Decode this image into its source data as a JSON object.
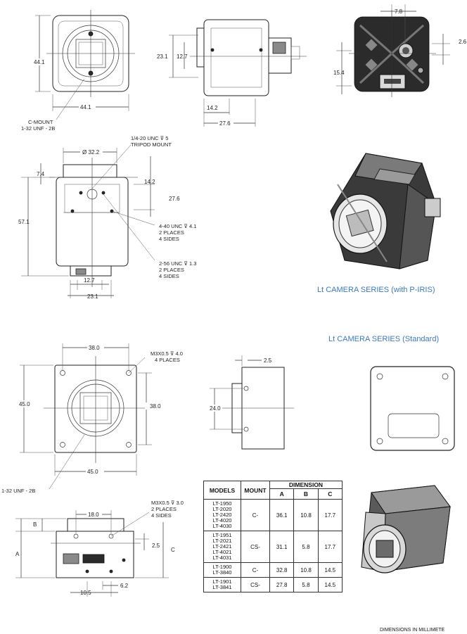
{
  "series": {
    "piris": "Lt CAMERA SERIES (with P-IRIS)",
    "standard": "Lt CAMERA SERIES (Standard)"
  },
  "piris_views": {
    "front_height": "44.1",
    "front_width": "44.1",
    "mount_line1": "C-MOUNT",
    "mount_line2": "1-32 UNF - 2B",
    "side_23_1": "23.1",
    "side_12_7": "12.7",
    "side_14_2": "14.2",
    "side_27_6": "27.6",
    "rear_7_8": "7.8",
    "rear_2_6": "2.6",
    "rear_15_4": "15.4",
    "tripod_line1": "1/4-20 UNC ⊽ 5",
    "tripod_line2": "TRIPOD MOUNT",
    "bottom_dia": "Ø 32.2",
    "bottom_7_4": "7.4",
    "bottom_57_1": "57.1",
    "bottom_14_2": "14.2",
    "bottom_27_6": "27.6",
    "note1": [
      "4-40 UNC ⊽ 4.1",
      "2 PLACES",
      "4 SIDES"
    ],
    "note2": [
      "2-56 UNC ⊽ 1.3",
      "2 PLACES",
      "4 SIDES"
    ],
    "bottom_12_7": "12.7",
    "bottom_23_1": "23.1"
  },
  "standard_views": {
    "front_38_top": "38.0",
    "screw_line1": "M3X0.5 ⊽ 4.0",
    "screw_line2": "4 PLACES",
    "front_45_left": "45.0",
    "front_38_right": "38.0",
    "front_45_bottom": "45.0",
    "mount_thread": "1-32 UNF - 2B",
    "side_2_5": "2.5",
    "side_24": "24.0",
    "rear_18": "18.0",
    "rear_screw": [
      "M3X0.5 ⊽ 3.0",
      "2 PLACES",
      "4 SIDES"
    ],
    "label_b": "B",
    "label_a": "A",
    "label_c": "C",
    "rear_2_5": "2.5",
    "rear_6_2": "6.2",
    "rear_10_5": "10.5"
  },
  "table": {
    "headers": {
      "models": "MODELS",
      "mount": "MOUNT",
      "dimension": "DIMENSION",
      "a": "A",
      "b": "B",
      "c": "C"
    },
    "rows": [
      {
        "models": [
          "LT-1950",
          "LT-2020",
          "LT-2420",
          "LT-4020",
          "LT-4030"
        ],
        "mount": "C-",
        "a": "36.1",
        "b": "10.8",
        "c": "17.7"
      },
      {
        "models": [
          "LT-1951",
          "LT-2021",
          "LT-2421",
          "LT-4021",
          "LT-4031"
        ],
        "mount": "CS-",
        "a": "31.1",
        "b": "5.8",
        "c": "17.7"
      },
      {
        "models": [
          "LT-1900",
          "LT-3840"
        ],
        "mount": "C-",
        "a": "32.8",
        "b": "10.8",
        "c": "14.5"
      },
      {
        "models": [
          "LT-1901",
          "LT-3841"
        ],
        "mount": "CS-",
        "a": "27.8",
        "b": "5.8",
        "c": "14.5"
      }
    ]
  },
  "footer": "DIMENSIONS IN MILLIMETE"
}
